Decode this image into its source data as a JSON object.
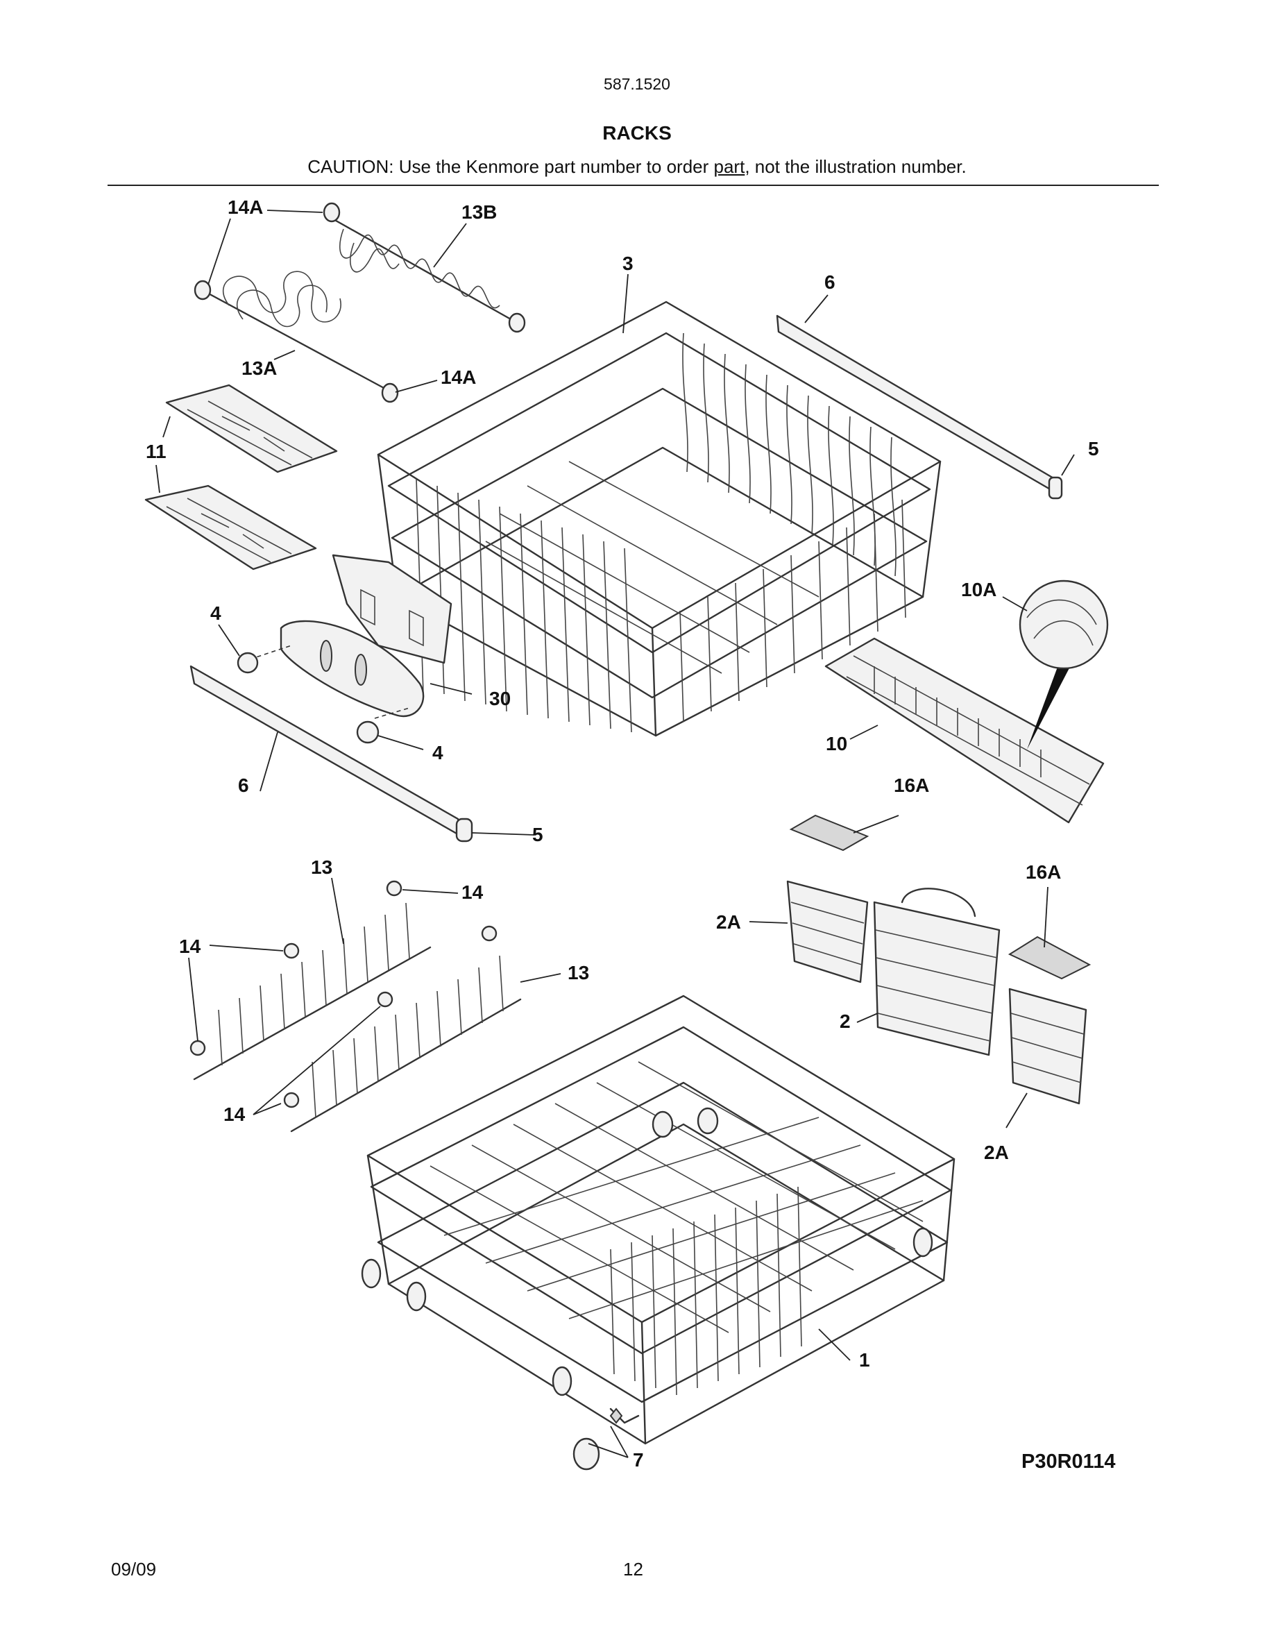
{
  "header": {
    "model_number": "587.1520",
    "section_title": "RACKS",
    "caution_prefix": "CAUTION: Use the Kenmore part number to order ",
    "caution_link": "part",
    "caution_suffix": ", not the illustration number."
  },
  "diagram": {
    "callouts": {
      "c14a_top": "14A",
      "c13b": "13B",
      "c3": "3",
      "c6_top": "6",
      "c13a": "13A",
      "c14a_mid": "14A",
      "c11": "11",
      "c5_right": "5",
      "c10a": "10A",
      "c4_top": "4",
      "c30": "30",
      "c4_bottom": "4",
      "c10": "10",
      "c6_bottom": "6",
      "c16a_top": "16A",
      "c5_bottom": "5",
      "c13_top": "13",
      "c14_a": "14",
      "c16a_right": "16A",
      "c2a_left": "2A",
      "c14_b": "14",
      "c13_right": "13",
      "c2": "2",
      "c14_c": "14",
      "c2a_right": "2A",
      "c1": "1",
      "c7": "7"
    },
    "drawing_code": "P30R0114"
  },
  "footer": {
    "date": "09/09",
    "page_number": "12"
  }
}
